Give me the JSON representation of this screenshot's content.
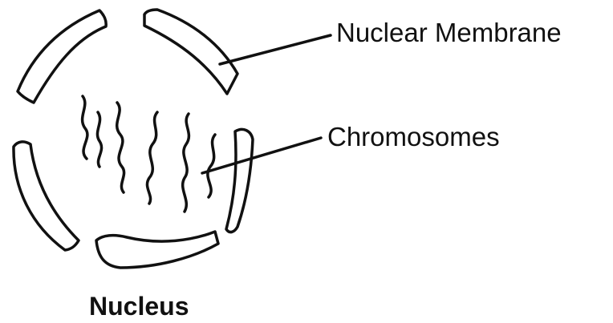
{
  "diagram": {
    "labels": {
      "membrane": "Nuclear Membrane",
      "chromosomes": "Chromosomes"
    },
    "caption": "Nucleus"
  },
  "colors": {
    "ink": "#111111",
    "background": "#ffffff"
  }
}
